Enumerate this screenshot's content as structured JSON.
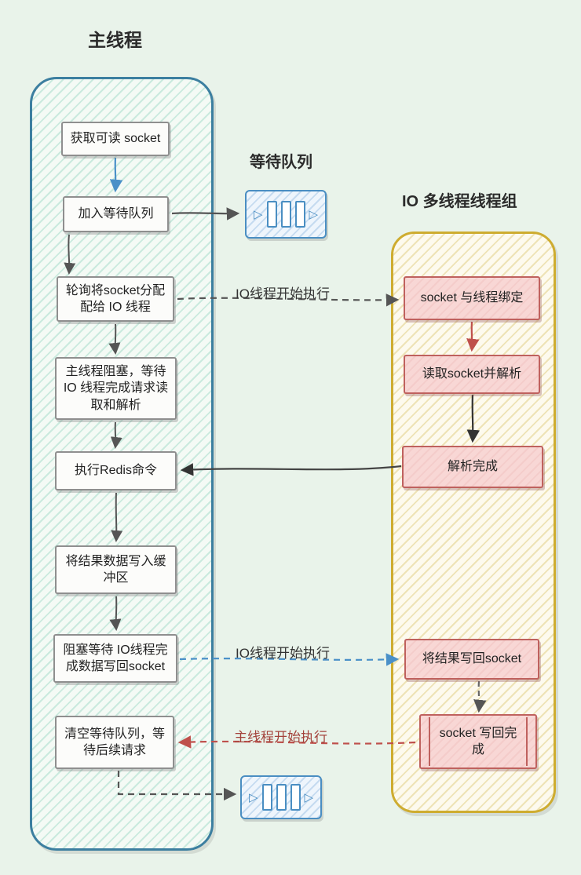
{
  "diagram": {
    "main_thread": {
      "title": "主线程",
      "steps": [
        {
          "label": "获取可读 socket"
        },
        {
          "label": "加入等待队列"
        },
        {
          "label": "轮询将socket分配配给 IO 线程"
        },
        {
          "label": "主线程阻塞，等待 IO 线程完成请求读取和解析"
        },
        {
          "label": "执行Redis命令"
        },
        {
          "label": "将结果数据写入缓冲区"
        },
        {
          "label": "阻塞等待 IO线程完成数据写回socket"
        },
        {
          "label": "清空等待队列，等待后续请求"
        }
      ]
    },
    "wait_queue": {
      "title": "等待队列",
      "triangle_glyph": "▷",
      "bar_count": 3
    },
    "io_thread_group": {
      "title": "IO 多线程线程组",
      "steps": [
        {
          "label": "socket 与线程绑定"
        },
        {
          "label": "读取socket并解析"
        },
        {
          "label": "解析完成"
        },
        {
          "label": "将结果写回socket"
        },
        {
          "label": "socket 写回完成"
        }
      ]
    },
    "arrow_labels": {
      "io_start_1": "IO线程开始执行",
      "io_start_2": "IO线程开始执行",
      "main_start": "主线程开始执行"
    },
    "colors": {
      "background": "#e9f3ea",
      "main_container_border": "#3c7fa0",
      "io_container_border": "#ceac30",
      "step_bg": "#fcfcfa",
      "step_border": "#8f8f8f",
      "io_step_bg": "#f8d7d5",
      "io_step_border": "#bf615e",
      "queue_border": "#4a8ec2",
      "arrow_blue": "#4a90c8",
      "arrow_red": "#bf504c",
      "arrow_gray": "#555555",
      "arrow_dark": "#333333"
    }
  }
}
